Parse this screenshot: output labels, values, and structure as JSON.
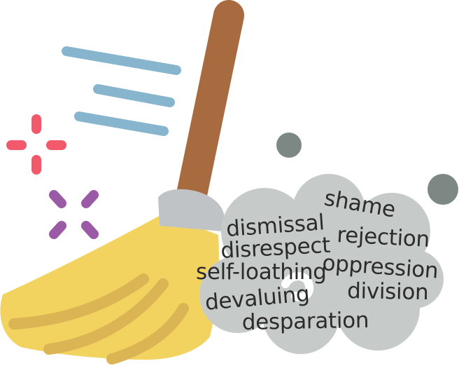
{
  "cloud_words": {
    "shame": "shame",
    "dismissal": "dismissal",
    "disrespect": "disrespect",
    "rejection": "rejection",
    "self_loathing": "self-loathing",
    "oppression": "oppression",
    "devaluing": "devaluing",
    "division": "division",
    "desparation": "desparation"
  },
  "icons": {
    "broom": "broom-icon",
    "dust_cloud": "dust-cloud-icon",
    "sparkle_plus": "sparkle-plus-icon",
    "sparkle_x": "sparkle-x-icon",
    "dust_particle": "dust-particle-icon",
    "motion_lines": "motion-lines-icon"
  },
  "colors": {
    "broom_handle": "#a86a3f",
    "broom_bristles": "#f3d35f",
    "bristle_stripes": "#dbb553",
    "broom_collar": "#bfc3c5",
    "cloud": "#c6cbca",
    "particles": "#7d8885",
    "motion_lines": "#86b5cd",
    "sparkle_plus": "#f2596a",
    "sparkle_x": "#9a5aa5"
  }
}
